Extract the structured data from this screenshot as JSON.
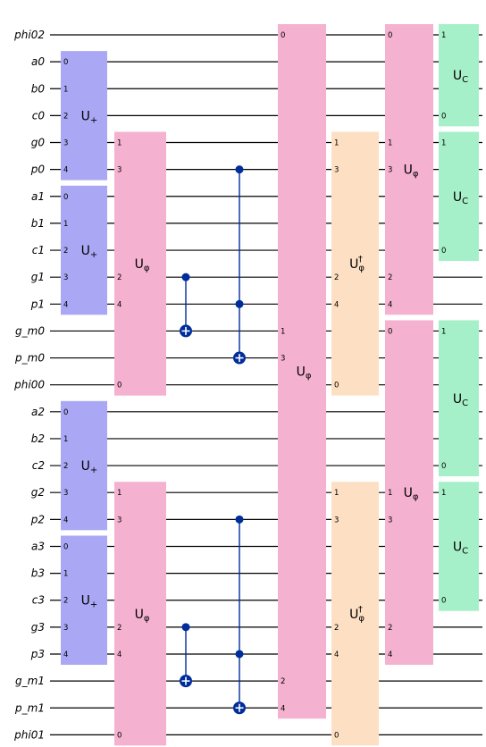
{
  "wires": [
    "phi02",
    "a0",
    "b0",
    "c0",
    "g0",
    "p0",
    "a1",
    "b1",
    "c1",
    "g1",
    "p1",
    "g_m0",
    "p_m0",
    "phi00",
    "a2",
    "b2",
    "c2",
    "g2",
    "p2",
    "a3",
    "b3",
    "c3",
    "g3",
    "p3",
    "g_m1",
    "p_m1",
    "phi01"
  ],
  "gates": [
    {
      "name": "U+",
      "sub": "+",
      "sup": "",
      "color": "#aaa8f4",
      "col": "c1",
      "span": [
        1,
        5
      ],
      "pins": [
        [
          1,
          "0"
        ],
        [
          2,
          "1"
        ],
        [
          3,
          "2"
        ],
        [
          4,
          "3"
        ],
        [
          5,
          "4"
        ]
      ]
    },
    {
      "name": "U+",
      "sub": "+",
      "sup": "",
      "color": "#aaa8f4",
      "col": "c1",
      "span": [
        6,
        10
      ],
      "pins": [
        [
          6,
          "0"
        ],
        [
          7,
          "1"
        ],
        [
          8,
          "2"
        ],
        [
          9,
          "3"
        ],
        [
          10,
          "4"
        ]
      ]
    },
    {
      "name": "U+",
      "sub": "+",
      "sup": "",
      "color": "#aaa8f4",
      "col": "c1",
      "span": [
        14,
        18
      ],
      "pins": [
        [
          14,
          "0"
        ],
        [
          15,
          "1"
        ],
        [
          16,
          "2"
        ],
        [
          17,
          "3"
        ],
        [
          18,
          "4"
        ]
      ]
    },
    {
      "name": "U+",
      "sub": "+",
      "sup": "",
      "color": "#aaa8f4",
      "col": "c1",
      "span": [
        19,
        23
      ],
      "pins": [
        [
          19,
          "0"
        ],
        [
          20,
          "1"
        ],
        [
          21,
          "2"
        ],
        [
          22,
          "3"
        ],
        [
          23,
          "4"
        ]
      ]
    },
    {
      "name": "Uφ",
      "sub": "φ",
      "sup": "",
      "color": "#f5b2d0",
      "col": "c2",
      "span": [
        4,
        13
      ],
      "pins": [
        [
          4,
          "1"
        ],
        [
          5,
          "3"
        ],
        [
          9,
          "2"
        ],
        [
          10,
          "4"
        ],
        [
          13,
          "0"
        ]
      ]
    },
    {
      "name": "Uφ",
      "sub": "φ",
      "sup": "",
      "color": "#f5b2d0",
      "col": "c2",
      "span": [
        17,
        26
      ],
      "pins": [
        [
          17,
          "1"
        ],
        [
          18,
          "3"
        ],
        [
          22,
          "2"
        ],
        [
          23,
          "4"
        ],
        [
          26,
          "0"
        ]
      ]
    },
    {
      "name": "Uφ",
      "sub": "φ",
      "sup": "",
      "color": "#f5b2d0",
      "col": "c5",
      "span": [
        0,
        25
      ],
      "pins": [
        [
          0,
          "0"
        ],
        [
          11,
          "1"
        ],
        [
          12,
          "3"
        ],
        [
          24,
          "2"
        ],
        [
          25,
          "4"
        ]
      ]
    },
    {
      "name": "Uφ†",
      "sub": "φ",
      "sup": "†",
      "color": "#fde0c4",
      "col": "c6",
      "span": [
        4,
        13
      ],
      "pins": [
        [
          4,
          "1"
        ],
        [
          5,
          "3"
        ],
        [
          9,
          "2"
        ],
        [
          10,
          "4"
        ],
        [
          13,
          "0"
        ]
      ]
    },
    {
      "name": "Uφ†",
      "sub": "φ",
      "sup": "†",
      "color": "#fde0c4",
      "col": "c6",
      "span": [
        17,
        26
      ],
      "pins": [
        [
          17,
          "1"
        ],
        [
          18,
          "3"
        ],
        [
          22,
          "2"
        ],
        [
          23,
          "4"
        ],
        [
          26,
          "0"
        ]
      ]
    },
    {
      "name": "Uφ",
      "sub": "φ",
      "sup": "",
      "color": "#f5b2d0",
      "col": "c7",
      "span": [
        0,
        10
      ],
      "pins": [
        [
          0,
          "0"
        ],
        [
          4,
          "1"
        ],
        [
          5,
          "3"
        ],
        [
          9,
          "2"
        ],
        [
          10,
          "4"
        ]
      ]
    },
    {
      "name": "Uφ",
      "sub": "φ",
      "sup": "",
      "color": "#f5b2d0",
      "col": "c7",
      "span": [
        11,
        23
      ],
      "pins": [
        [
          11,
          "0"
        ],
        [
          17,
          "1"
        ],
        [
          18,
          "3"
        ],
        [
          22,
          "2"
        ],
        [
          23,
          "4"
        ]
      ]
    },
    {
      "name": "UC",
      "sub": "C",
      "sup": "",
      "color": "#a6f0c9",
      "col": "c8",
      "span": [
        0,
        3
      ],
      "pins": [
        [
          0,
          "1"
        ],
        [
          3,
          "0"
        ]
      ]
    },
    {
      "name": "UC",
      "sub": "C",
      "sup": "",
      "color": "#a6f0c9",
      "col": "c8",
      "span": [
        4,
        8
      ],
      "pins": [
        [
          4,
          "1"
        ],
        [
          8,
          "0"
        ]
      ]
    },
    {
      "name": "UC",
      "sub": "C",
      "sup": "",
      "color": "#a6f0c9",
      "col": "c8",
      "span": [
        11,
        16
      ],
      "pins": [
        [
          11,
          "1"
        ],
        [
          16,
          "0"
        ]
      ]
    },
    {
      "name": "UC",
      "sub": "C",
      "sup": "",
      "color": "#a6f0c9",
      "col": "c8",
      "span": [
        17,
        21
      ],
      "pins": [
        [
          17,
          "1"
        ],
        [
          21,
          "0"
        ]
      ]
    }
  ],
  "controlled": [
    {
      "col": "c3",
      "controls": [
        9
      ],
      "target": 11
    },
    {
      "col": "c4",
      "controls": [
        5,
        10
      ],
      "target": 12
    },
    {
      "col": "c3",
      "controls": [
        22
      ],
      "target": 24
    },
    {
      "col": "c4",
      "controls": [
        18,
        23
      ],
      "target": 25
    }
  ],
  "colors": {
    "wire": "#000000",
    "control": "#002d9c",
    "gate_text": "#000000"
  }
}
